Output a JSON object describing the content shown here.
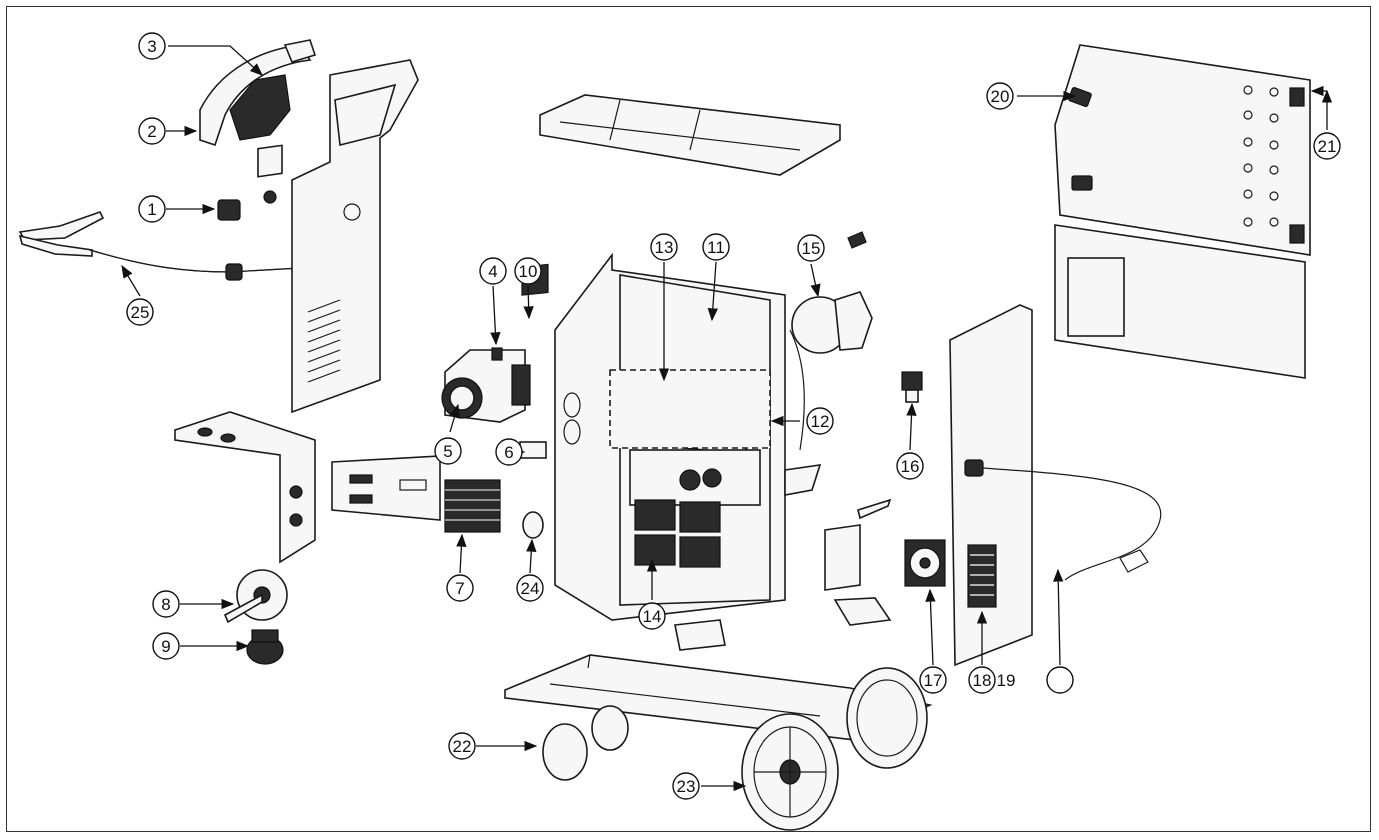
{
  "diagram": {
    "callouts": [
      {
        "id": "c1",
        "label": "1"
      },
      {
        "id": "c2",
        "label": "2"
      },
      {
        "id": "c3",
        "label": "3"
      },
      {
        "id": "c4",
        "label": "4"
      },
      {
        "id": "c5",
        "label": "5"
      },
      {
        "id": "c6",
        "label": "6"
      },
      {
        "id": "c7",
        "label": "7"
      },
      {
        "id": "c8",
        "label": "8"
      },
      {
        "id": "c9",
        "label": "9"
      },
      {
        "id": "c10",
        "label": "10"
      },
      {
        "id": "c11",
        "label": "11"
      },
      {
        "id": "c12",
        "label": "12"
      },
      {
        "id": "c13",
        "label": "13"
      },
      {
        "id": "c14",
        "label": "14"
      },
      {
        "id": "c15",
        "label": "15"
      },
      {
        "id": "c16",
        "label": "16"
      },
      {
        "id": "c17",
        "label": "17"
      },
      {
        "id": "c18",
        "label": "18"
      },
      {
        "id": "c19",
        "label": "19"
      },
      {
        "id": "c20",
        "label": "20"
      },
      {
        "id": "c21",
        "label": "21"
      },
      {
        "id": "c22",
        "label": "22"
      },
      {
        "id": "c23",
        "label": "23"
      },
      {
        "id": "c24",
        "label": "24"
      },
      {
        "id": "c25",
        "label": "25"
      },
      {
        "id": "c26",
        "label": ""
      }
    ]
  }
}
